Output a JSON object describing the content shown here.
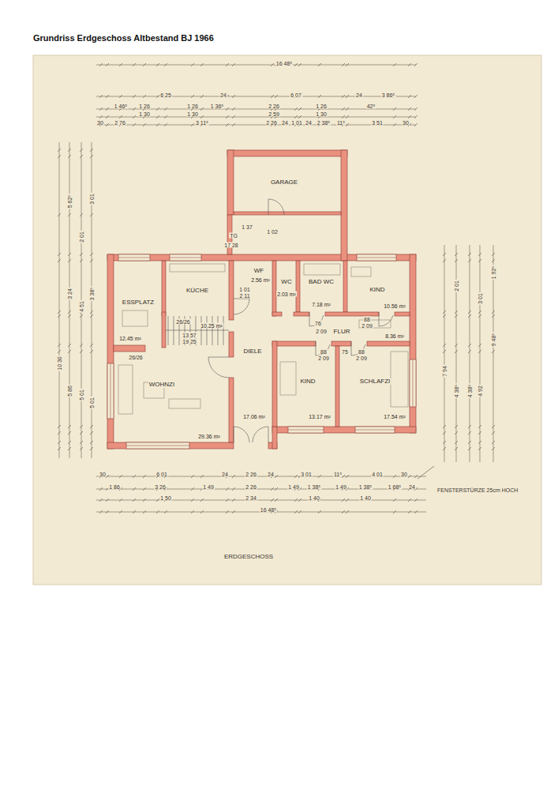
{
  "diagram": {
    "title": "Grundriss Erdgeschoss Altbestand BJ 1966",
    "nodes": [
      {
        "text": [
          "GARAGE"
        ]
      },
      {
        "text": [
          "ESSPLATZ",
          "12.45 m²"
        ]
      },
      {
        "text": [
          "KÜCHE",
          "10.25 m²"
        ]
      },
      {
        "text": [
          "WF",
          "2.56 m²"
        ]
      },
      {
        "text": [
          "WC",
          "2.03 m²"
        ]
      },
      {
        "text": [
          "BAD WC",
          "7.18 m²"
        ]
      },
      {
        "text": [
          "KIND",
          "10.56 m²"
        ]
      },
      {
        "text": [
          "DIELE",
          "17.06 m²"
        ]
      },
      {
        "text": [
          "FLUR",
          "8.36 m²"
        ]
      },
      {
        "text": [
          "KIND",
          "13.17 m²"
        ]
      },
      {
        "text": [
          "SCHLAFZI",
          "17.54 m²"
        ]
      },
      {
        "text": [
          "WOHNZI",
          "29.36 m²"
        ]
      }
    ],
    "labels": [
      "16 48⁵",
      "6 25",
      "24",
      "6 07",
      "24",
      "3 86⁵",
      "1 46⁵",
      "1 26",
      "1 26",
      "1 36⁵",
      "2 26",
      "1 26",
      "42⁵",
      "1 30",
      "1 30",
      "2 59",
      "1 30",
      "30",
      "2 76",
      "3 11⁵",
      "2 26",
      "24",
      "1 01",
      "24",
      "2 38⁵",
      "11⁵",
      "3 51",
      "30",
      "30",
      "6 01",
      "24",
      "2 26",
      "24",
      "3 01",
      "11⁵",
      "4 01",
      "30",
      "1 86",
      "3 26",
      "1 49",
      "2 26",
      "1 49",
      "1 38⁵",
      "1 49",
      "1 38⁵",
      "1 68⁵",
      "24",
      "1 50",
      "2 34",
      "1 40",
      "1 40",
      "16 48⁵",
      "10 30",
      "5 62⁵",
      "3 24",
      "5 86",
      "2 01",
      "4 51",
      "5 01",
      "3 01",
      "3 38⁵",
      "5 01",
      "2 01",
      "4 38⁵",
      "7 94",
      "4 38⁵",
      "3 01",
      "4 92",
      "1 92⁵",
      "9 48⁵",
      "TG",
      "1 37",
      "17 28",
      "1 02",
      "1 01",
      "2 11",
      "26/26",
      "13 57",
      "19 25",
      "26/26",
      "76",
      "2 09",
      "88",
      "2 09",
      "88",
      "2 09",
      "75",
      "88",
      "2 09",
      "FENSTERSTÜRZE 25cm HOCH",
      "ERDGESCHOSS"
    ]
  }
}
